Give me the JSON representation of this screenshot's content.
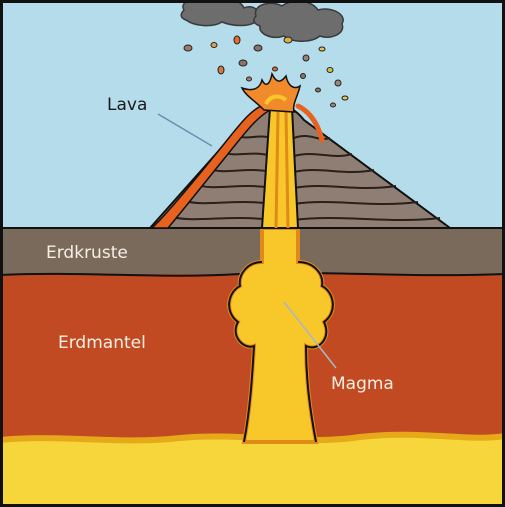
{
  "labels": {
    "lava": "Lava",
    "crust": "Erdkruste",
    "mantle": "Erdmantel",
    "magma": "Magma"
  },
  "colors": {
    "sky": "#b4dcea",
    "crust": "#7a6a5c",
    "mantle": "#c24a22",
    "core": "#f6d63a",
    "magma": "#f8c82a",
    "lava": "#e8621f",
    "cone": "#8f7e73",
    "smoke": "#6d6d6d",
    "outline": "#111111"
  }
}
